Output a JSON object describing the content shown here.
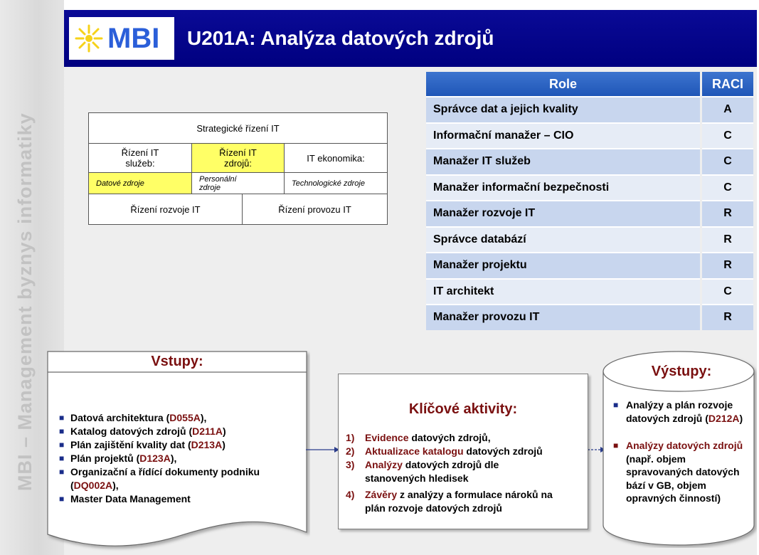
{
  "sidebar": {
    "text": "MBI – Management byznys informatiky"
  },
  "header": {
    "logo_text": "MBI",
    "title": "U201A: Analýza datových zdrojů"
  },
  "framework": {
    "top": "Strategické řízení IT",
    "col1": "Řízení IT služeb:",
    "col2": "Řízení IT zdrojů:",
    "col3": "IT ekonomika:",
    "sub1": "Datové zdroje",
    "sub2": "Personální zdroje",
    "sub3": "Technologické zdroje",
    "bottom_left": "Řízení rozvoje IT",
    "bottom_right": "Řízení provozu IT"
  },
  "raci": {
    "header_role": "Role",
    "header_raci": "RACI",
    "rows": [
      {
        "role": "Správce dat a jejich kvality",
        "raci": "A"
      },
      {
        "role": "Informační manažer – CIO",
        "raci": "C"
      },
      {
        "role": "Manažer IT služeb",
        "raci": "C"
      },
      {
        "role": "Manažer informační bezpečnosti",
        "raci": "C"
      },
      {
        "role": "Manažer rozvoje IT",
        "raci": "R"
      },
      {
        "role": "Správce databází",
        "raci": "R"
      },
      {
        "role": "Manažer projektu",
        "raci": "R"
      },
      {
        "role": "IT architekt",
        "raci": "C"
      },
      {
        "role": "Manažer provozu IT",
        "raci": "R"
      }
    ]
  },
  "inputs": {
    "title": "Vstupy:",
    "items": [
      {
        "text": "Datová architektura (",
        "code": "D055A",
        "after": "),"
      },
      {
        "text": "Katalog datových zdrojů (",
        "code": "D211A",
        "after": ")"
      },
      {
        "text": "Plán zajištění kvality dat (",
        "code": "D213A",
        "after": ")"
      },
      {
        "text": "Plán projektů (",
        "code": "D123A",
        "after": "),"
      },
      {
        "text": "Organizační a řídící dokumenty podniku (",
        "code": "DQ002A",
        "after": "),"
      },
      {
        "text": "Master Data Management",
        "code": "",
        "after": ""
      }
    ]
  },
  "activities": {
    "title": "Klíčové aktivity:",
    "items": [
      {
        "num": "1)",
        "highlight": "Evidence",
        "rest": " datových zdrojů,"
      },
      {
        "num": "2)",
        "highlight": "Aktualizace katalogu",
        "rest": " datových zdrojů"
      },
      {
        "num": "3)",
        "highlight": "Analýzy",
        "rest": " datových zdrojů dle stanovených hledisek"
      },
      {
        "num": "4)",
        "highlight": "Závěry",
        "rest": " z analýzy a formulace nároků na plán rozvoje datových zdrojů"
      }
    ]
  },
  "outputs": {
    "title": "Výstupy:",
    "item1_text": "Analýzy a plán rozvoje datových zdrojů (",
    "item1_code": "D212A",
    "item1_after": ")",
    "item2_highlight": "Analýzy datových zdrojů",
    "item2_rest": " (např. objem spravovaných datových bází v GB, objem opravných činností)"
  },
  "colors": {
    "header_bg": "#000080",
    "raci_header": "#2a5fc0",
    "raci_row_dark": "#c8d6ee",
    "raci_row_light": "#e6ecf6",
    "highlight_yellow": "#ffff66",
    "accent_red": "#7a1010"
  }
}
